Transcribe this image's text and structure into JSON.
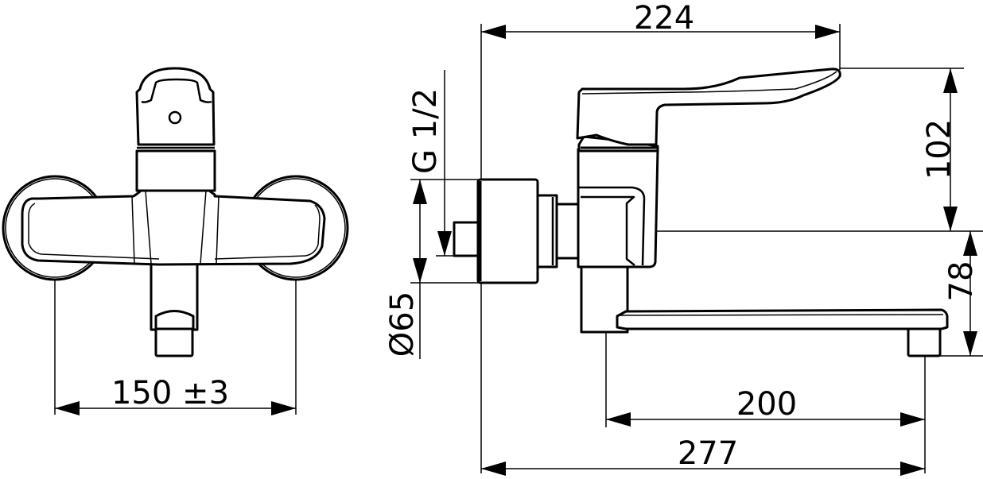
{
  "drawing": {
    "subject": "Wall-mounted single-lever mixer tap, technical dimension drawing",
    "line_color": "#000000",
    "background_color": "#ffffff",
    "views": {
      "front": {
        "label": "front-view",
        "dimensions": {
          "mount_spacing": "150 ±3"
        }
      },
      "side": {
        "label": "side-view",
        "dimensions": {
          "overall_lever_reach": "224",
          "lever_height_above_inlet": "102",
          "spout_height_below_inlet": "78",
          "spout_reach": "200",
          "overall_depth": "277",
          "thread_size": "G 1/2",
          "escutcheon_diameter": "Ø65"
        }
      }
    },
    "units": "mm"
  }
}
